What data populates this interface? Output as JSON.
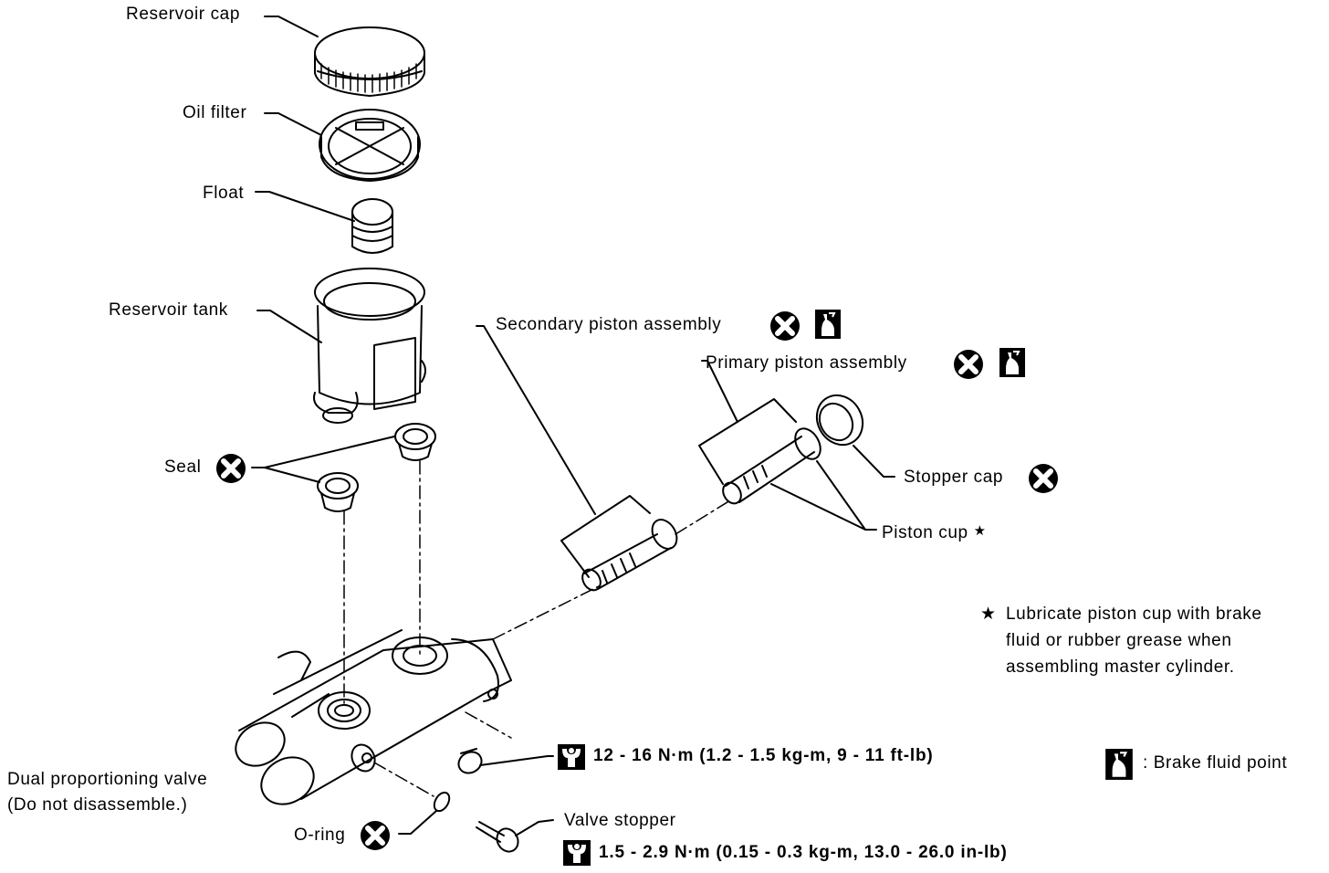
{
  "diagram": {
    "title_parts": {
      "reservoir_cap": "Reservoir cap",
      "oil_filter": "Oil filter",
      "float": "Float",
      "reservoir_tank": "Reservoir tank",
      "seal": "Seal",
      "secondary_piston": "Secondary piston assembly",
      "primary_piston": "Primary piston assembly",
      "stopper_cap": "Stopper cap",
      "piston_cup": "Piston cup",
      "piston_cup_star": "★",
      "dual_valve_line1": "Dual proportioning valve",
      "dual_valve_line2": "(Do not disassemble.)",
      "o_ring": "O-ring",
      "valve_stopper": "Valve stopper"
    },
    "torque_specs": {
      "fitting": "12 - 16 N·m (1.2 - 1.5 kg-m, 9 - 11 ft-lb)",
      "valve_stopper": "1.5 - 2.9 N·m (0.15 - 0.3 kg-m, 13.0 - 26.0 in-lb)"
    },
    "notes": {
      "star": "★",
      "lubricate_line1": "Lubricate piston cup with brake",
      "lubricate_line2": "fluid or rubber grease when",
      "lubricate_line3": "assembling master cylinder."
    },
    "legend": {
      "brake_fluid_point": ": Brake fluid point"
    },
    "icons": {
      "replace": "replace-part-icon",
      "brake_fluid": "brake-fluid-icon",
      "torque": "torque-wrench-icon"
    }
  }
}
